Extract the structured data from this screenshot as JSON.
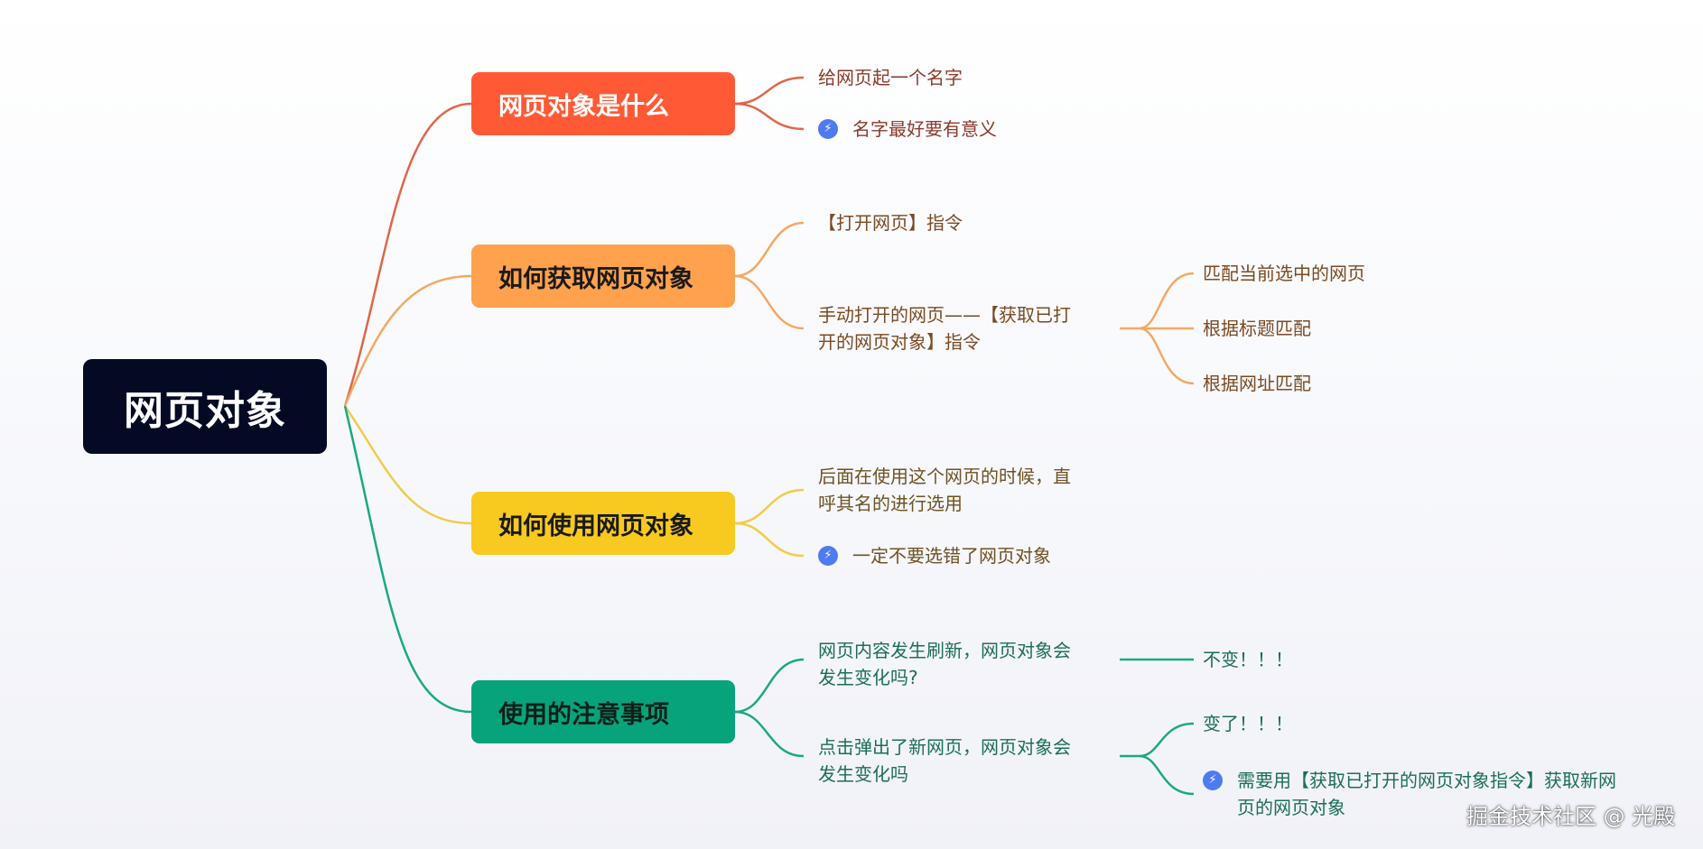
{
  "root": {
    "label": "网页对象"
  },
  "branches": [
    {
      "label": "网页对象是什么",
      "color": "#ff5a35",
      "leaves": [
        {
          "text": "给网页起一个名字"
        },
        {
          "text": "名字最好要有意义",
          "icon": "bolt-icon"
        }
      ]
    },
    {
      "label": "如何获取网页对象",
      "color": "#ffa14d",
      "leaves": [
        {
          "text": "【打开网页】指令"
        },
        {
          "text": "手动打开的网页——【获取已打开的网页对象】指令",
          "lines": [
            "手动打开的网页——【获取已打",
            "开的网页对象】指令"
          ],
          "children": [
            "匹配当前选中的网页",
            "根据标题匹配",
            "根据网址匹配"
          ]
        }
      ]
    },
    {
      "label": "如何使用网页对象",
      "color": "#f8c91f",
      "leaves": [
        {
          "text": "后面在使用这个网页的时候，直呼其名的进行选用",
          "lines": [
            "后面在使用这个网页的时候，直",
            "呼其名的进行选用"
          ]
        },
        {
          "text": "一定不要选错了网页对象",
          "icon": "bolt-icon"
        }
      ]
    },
    {
      "label": "使用的注意事项",
      "color": "#07a37b",
      "leaves": [
        {
          "text": "网页内容发生刷新，网页对象会发生变化吗?",
          "lines": [
            "网页内容发生刷新，网页对象会",
            "发生变化吗?"
          ],
          "children": [
            "不变！！！"
          ]
        },
        {
          "text": "点击弹出了新网页，网页对象会发生变化吗",
          "lines": [
            "点击弹出了新网页，网页对象会",
            "发生变化吗"
          ],
          "children": [
            "变了！！！",
            "需要用【获取已打开的网页对象指令】获取新网页的网页对象"
          ],
          "child_lines": [
            null,
            [
              "需要用【获取已打开的网页对象指令】获取新网",
              "页的网页对象"
            ]
          ],
          "child_icons": [
            null,
            "bolt-icon"
          ]
        }
      ]
    }
  ],
  "watermark": "掘金技术社区 @ 光殿"
}
